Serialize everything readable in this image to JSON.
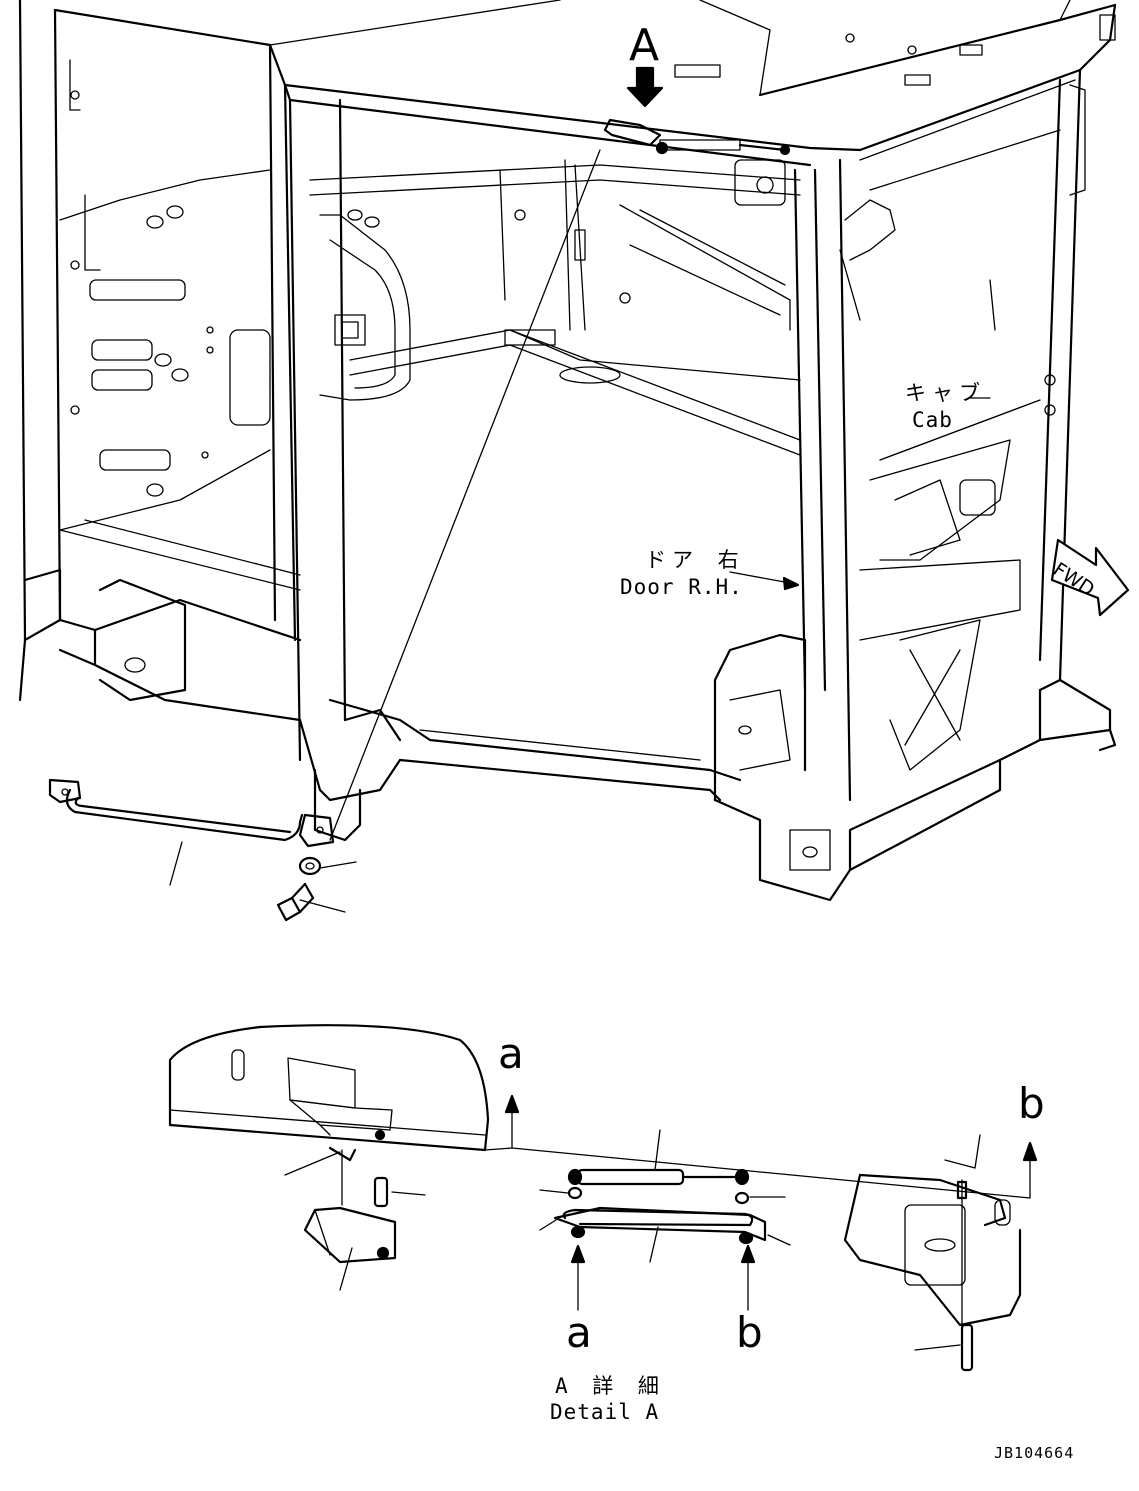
{
  "diagram": {
    "view_marker": "A",
    "cab_label": {
      "jp": "キャブ",
      "en": "Cab"
    },
    "door_label": {
      "jp": "ドア 右",
      "en": "Door R.H."
    },
    "fwd_label": "FWD",
    "detail_label": {
      "jp": "A 詳 細",
      "en": "Detail A"
    },
    "ref_a_top": "a",
    "ref_a_bottom": "a",
    "ref_b_top": "b",
    "ref_b_bottom": "b",
    "drawing_code": "JB104664"
  }
}
